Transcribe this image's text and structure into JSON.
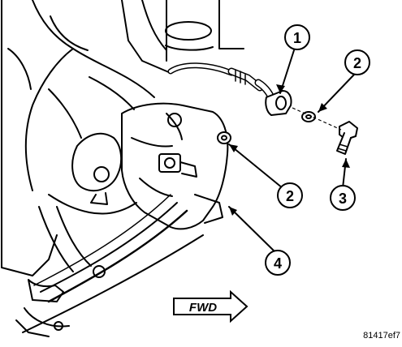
{
  "callouts": [
    {
      "id": "callout-1",
      "label": "1"
    },
    {
      "id": "callout-2a",
      "label": "2"
    },
    {
      "id": "callout-2b",
      "label": "2"
    },
    {
      "id": "callout-3",
      "label": "3"
    },
    {
      "id": "callout-4",
      "label": "4"
    }
  ],
  "direction_label": "FWD",
  "figure_code": "81417ef7",
  "colors": {
    "ink": "#000000",
    "paper": "#ffffff"
  }
}
